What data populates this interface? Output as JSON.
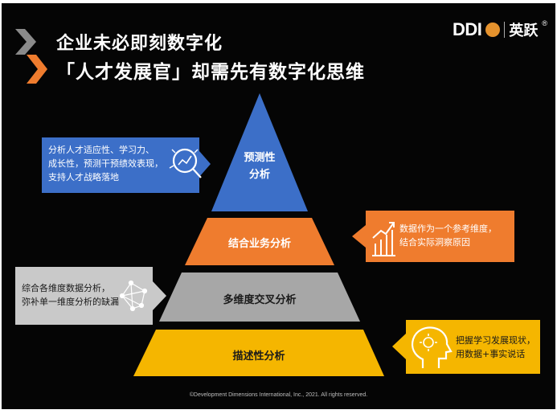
{
  "title": {
    "line1": "企业未必即刻数字化",
    "line2": "「人才发展官」却需先有数字化思维"
  },
  "logo": {
    "brand": "DDI",
    "partner": "英跃",
    "registered": "®"
  },
  "pyramid": {
    "levels": [
      {
        "label_line1": "预测性",
        "label_line2": "分析",
        "color": "#3c6fc8"
      },
      {
        "label": "结合业务分析",
        "color": "#ef7c2e"
      },
      {
        "label": "多维度交叉分析",
        "color": "#a7a7a7"
      },
      {
        "label": "描述性分析",
        "color": "#f5b600"
      }
    ]
  },
  "callouts": {
    "predictive": {
      "lines": [
        "分析人才适应性、学习力、",
        "成长性，预测干预绩效表现，",
        "支持人才战略落地"
      ],
      "icon": "magnifier-chart-icon",
      "color": "#3c6fc8"
    },
    "business": {
      "lines": [
        "数据作为一个参考维度，",
        "结合实际洞察原因"
      ],
      "icon": "bar-chart-growth-icon",
      "color": "#ef7c2e"
    },
    "cross": {
      "lines": [
        "综合各维度数据分析，",
        "弥补单一维度分析的缺漏"
      ],
      "icon": "network-icon",
      "color": "#c9c9c9"
    },
    "descriptive": {
      "lines": [
        "把握学习发展现状，",
        "用数据+事实说话"
      ],
      "icon": "head-brain-icon",
      "color": "#f5b600"
    }
  },
  "footer": "©Development Dimensions International, Inc., 2021. All rights reserved."
}
